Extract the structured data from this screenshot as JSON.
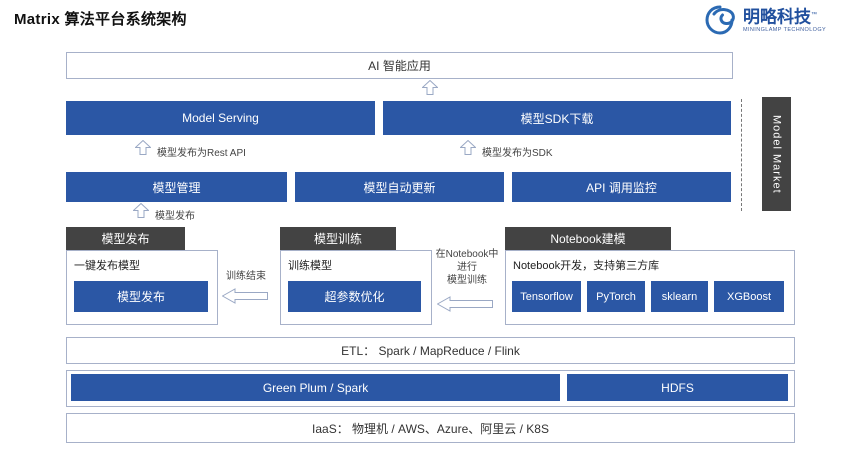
{
  "title": "Matrix 算法平台系统架构",
  "logo": {
    "name": "明略科技",
    "tm": "™",
    "subtitle": "MININGLAMP TECHNOLOGY"
  },
  "colors": {
    "primary_blue": "#2b57a5",
    "dark_gray": "#434343",
    "box_border": "#a7b1c9"
  },
  "layers": {
    "ai_app": "AI 智能应用",
    "model_serving": "Model Serving",
    "sdk_download": "模型SDK下载",
    "model_mgmt": "模型管理",
    "auto_update": "模型自动更新",
    "api_monitor": "API 调用监控",
    "model_market": "Model Market",
    "etl": "ETL： Spark / MapReduce / Flink",
    "greenplum_spark": "Green Plum / Spark",
    "hdfs": "HDFS",
    "iaas": "IaaS： 物理机 / AWS、Azure、阿里云 / K8S"
  },
  "flow_labels": {
    "rest_api": "模型发布为Rest API",
    "sdk": "模型发布为SDK",
    "publish": "模型发布",
    "train_done": "训练结束",
    "notebook_line1": "在Notebook中",
    "notebook_line2": "进行",
    "notebook_line3": "模型训练"
  },
  "groups": {
    "publish": {
      "tab": "模型发布",
      "desc": "一键发布模型",
      "box": "模型发布"
    },
    "train": {
      "tab": "模型训练",
      "desc": "训练模型",
      "box": "超参数优化"
    },
    "notebook": {
      "tab": "Notebook建模",
      "desc": "Notebook开发，支持第三方库",
      "boxes": [
        "Tensorflow",
        "PyTorch",
        "sklearn",
        "XGBoost"
      ]
    }
  }
}
